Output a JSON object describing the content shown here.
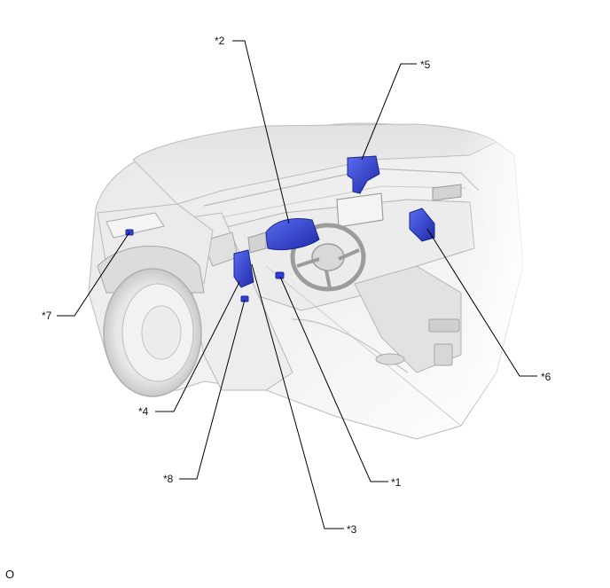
{
  "callouts": [
    {
      "id": "1",
      "label": "*1"
    },
    {
      "id": "2",
      "label": "*2"
    },
    {
      "id": "3",
      "label": "*3"
    },
    {
      "id": "4",
      "label": "*4"
    },
    {
      "id": "5",
      "label": "*5"
    },
    {
      "id": "6",
      "label": "*6"
    },
    {
      "id": "7",
      "label": "*7"
    },
    {
      "id": "8",
      "label": "*8"
    }
  ],
  "footer": {
    "code": "O"
  },
  "colors": {
    "highlight": "#2f3fd6",
    "highlight_dark": "#1b2690",
    "body_light": "#f1f1f1",
    "body_mid": "#d9d9d9",
    "body_dark": "#a9a9a9",
    "leader": "#000000"
  }
}
